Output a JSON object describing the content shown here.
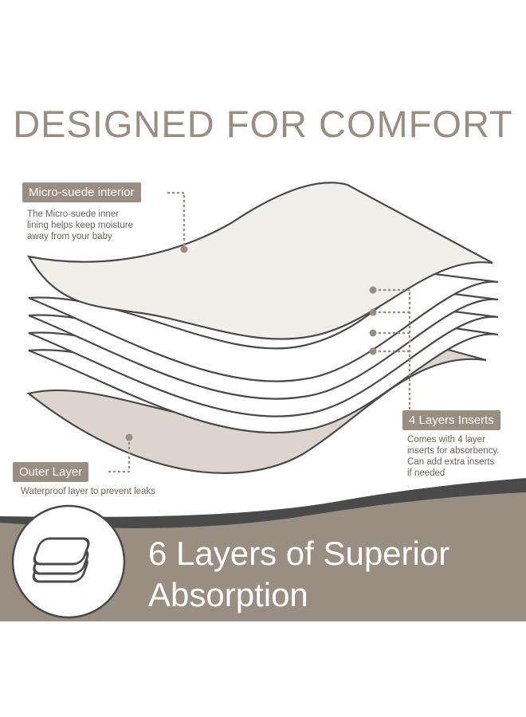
{
  "title": "DESIGNED FOR COMFORT",
  "callouts": {
    "micro_suede": {
      "label": "Micro-suede interior",
      "description": [
        "The Micro-suede inner",
        "lining helps keep moisture",
        "away from your baby"
      ]
    },
    "inserts": {
      "label": "4 Layers Inserts",
      "description": [
        "Comes with 4 layer",
        "inserts for absorbency.",
        "Can add extra inserts",
        "if needed"
      ]
    },
    "outer": {
      "label": "Outer Layer",
      "description": [
        "Waterproof layer to prevent leaks"
      ]
    }
  },
  "banner": {
    "line1": "6 Layers of Superior",
    "line2": "Absorption",
    "icon": "stacked-layers-icon"
  },
  "colors": {
    "accent": "#9a8e82",
    "suede": "#f2efeb",
    "outer": "#ddd5cd",
    "stroke": "#4a4a4a",
    "dots": "#9a8e82"
  }
}
